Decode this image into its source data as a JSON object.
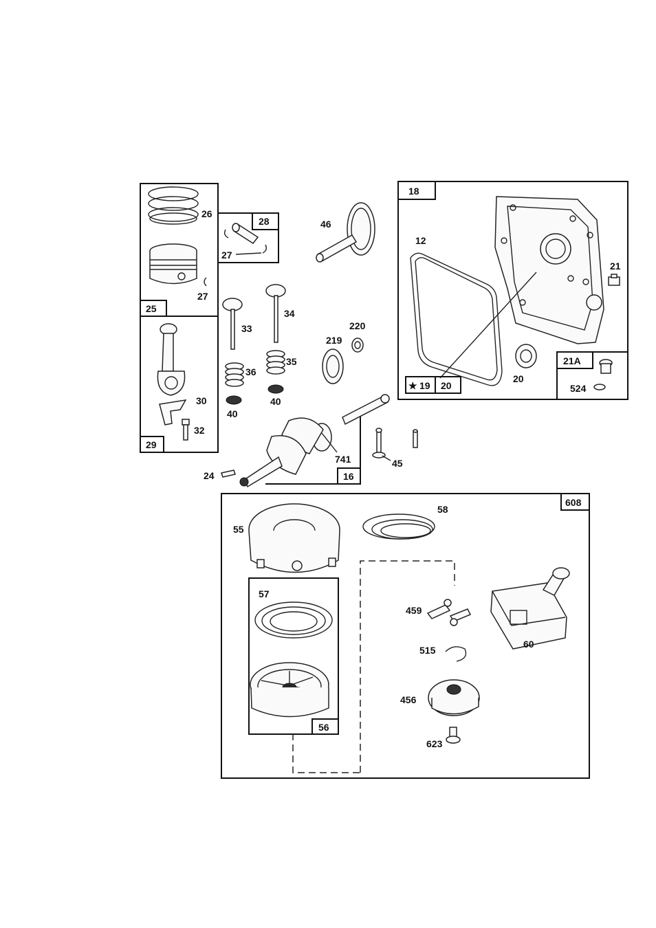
{
  "boxes": {
    "piston": "25",
    "pin_kit": "28",
    "rod": "29",
    "crankshaft": "16",
    "crankcase": "18",
    "gasket_set_a": "19",
    "gasket_set_b": "20",
    "breather": "21A",
    "starter": "608",
    "pulley": "56"
  },
  "star_symbol": "★",
  "parts": {
    "rings": "26",
    "retainer_a": "27",
    "retainer_b": "27",
    "retainer_c": "27",
    "rod_bolt_lock": "30",
    "rod_bolt": "32",
    "exhaust_valve": "33",
    "intake_valve": "34",
    "intake_spring": "35",
    "exhaust_spring": "36",
    "retainer_left": "40",
    "retainer_right": "40",
    "camshaft": "46",
    "gasket": "12",
    "drain_plug": "21",
    "seal": "20",
    "plug_524": "524",
    "governor_gear": "219",
    "washer": "220",
    "timing_gear": "741",
    "tappet": "45",
    "key": "24",
    "starter_housing": "55",
    "rope": "58",
    "spring": "57",
    "dog": "459",
    "handle": "60",
    "ring_515": "515",
    "retainer_456": "456",
    "screw_623": "623"
  }
}
